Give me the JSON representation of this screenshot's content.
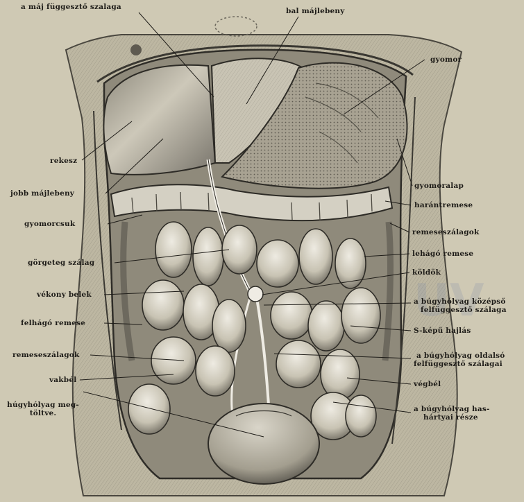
{
  "labels": {
    "maj_fuggeszto_szalaga": "a máj függesztő szalaga",
    "bal_majlebeny": "bal májlebeny",
    "gyomor": "gyomor",
    "rekesz": "rekesz",
    "jobb_majlebeny": "jobb májlebeny",
    "gyomoralap": "gyomoralap",
    "harantremese": "harántremese",
    "gyomorcsuk": "gyomorcsuk",
    "remeseszalagok_right": "remeseszálagok",
    "lehago_remese": "lehágó remese",
    "gorgeteg_szalag": "görgeteg szálag",
    "koldok": "köldök",
    "vekony_belek": "vékony belek",
    "bugyholyag_kozepso_1": "a búgyhólyag középső",
    "bugyholyag_kozepso_2": "felfüggesztő szálaga",
    "felhago_remese": "felhágó remese",
    "s_kepu_hajlas": "S-képű hajlás",
    "remeseszalagok_left": "remeseszálagok",
    "bugyholyag_oldalso_1": "a búgyhólyag oldalsó",
    "bugyholyag_oldalso_2": "felfüggesztő szálagai",
    "vakbel": "vakbél",
    "vegbel": "végbél",
    "bugyholyag_megtoltve_1": "húgyhólyag meg-",
    "bugyholyag_megtoltve_2": "töltve.",
    "bugyholyag_hashartyai_1": "a búgyhólyag has-",
    "bugyholyag_hashartyai_2": "hártyai része"
  },
  "colors": {
    "paper": "#cfc9b4",
    "ink": "#1e1c18",
    "organ_light": "#e4e1d6",
    "organ_mid": "#b9b4a4",
    "organ_dark": "#55524a",
    "watermark": "#7f8ea8"
  }
}
